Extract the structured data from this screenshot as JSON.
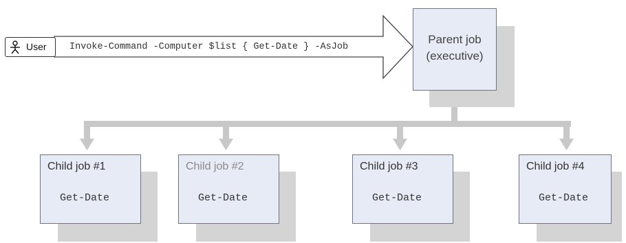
{
  "user": {
    "label": "User",
    "icon": "user-stick-figure-icon"
  },
  "command": {
    "text": "Invoke-Command -Computer $list { Get-Date } -AsJob"
  },
  "parent_job": {
    "line1": "Parent job",
    "line2": "(executive)"
  },
  "child_jobs": [
    {
      "title": "Child job #1",
      "command": "Get-Date"
    },
    {
      "title": "Child job #2",
      "command": "Get-Date"
    },
    {
      "title": "Child job #3",
      "command": "Get-Date"
    },
    {
      "title": "Child job #4",
      "command": "Get-Date"
    }
  ],
  "colors": {
    "box_fill": "#e6ebf5",
    "box_border": "#6f7482",
    "shadow": "#d4d4d4",
    "connector": "#c8c8c8",
    "faded_title": "#8a8a8a"
  }
}
